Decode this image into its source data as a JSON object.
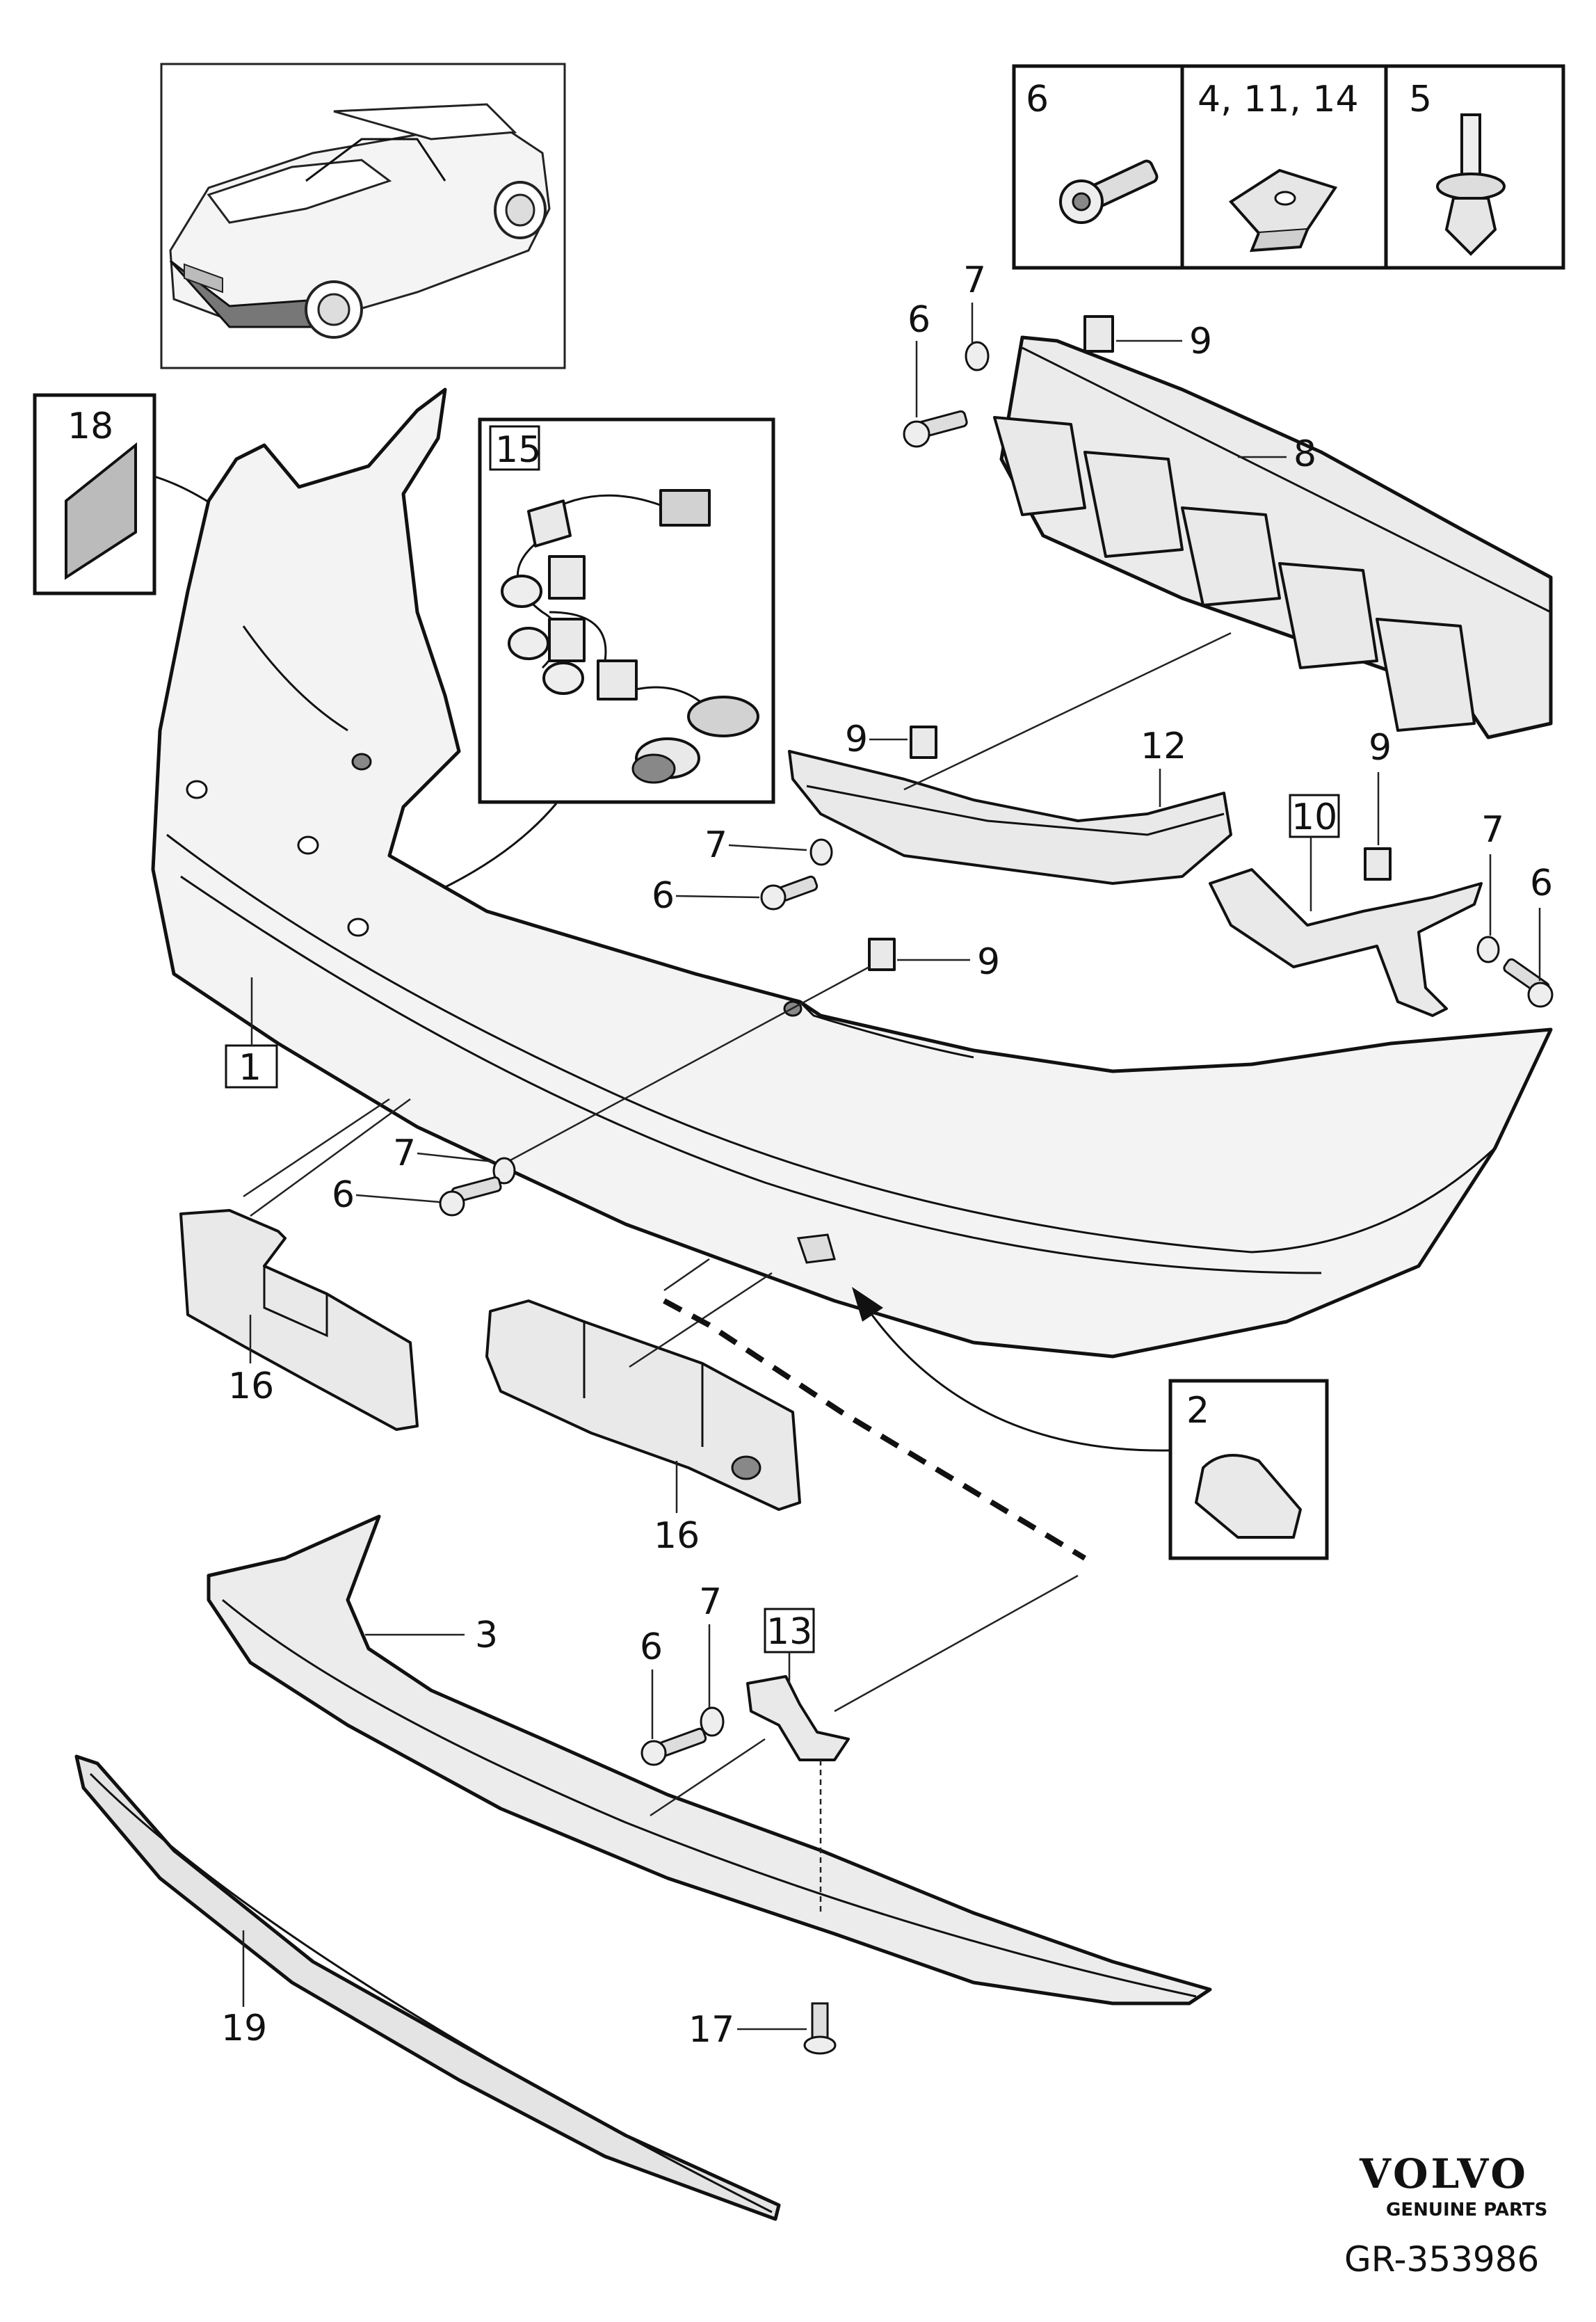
{
  "callouts": {
    "c1": "1",
    "c2": "2",
    "c3": "3",
    "c6a": "6",
    "c6b": "6",
    "c6c": "6",
    "c6d": "6",
    "c6e": "6",
    "c7a": "7",
    "c7b": "7",
    "c7c": "7",
    "c7d": "7",
    "c7e": "7",
    "c8": "8",
    "c9a": "9",
    "c9b": "9",
    "c9c": "9",
    "c9d": "9",
    "c10": "10",
    "c12": "12",
    "c13": "13",
    "c15": "15",
    "c16a": "16",
    "c16b": "16",
    "c17": "17",
    "c18": "18",
    "c19": "19"
  },
  "legend": {
    "cell1": "6",
    "cell2": "4, 11, 14",
    "cell3": "5"
  },
  "brand": {
    "name": "VOLVO",
    "sub": "GENUINE PARTS",
    "code": "GR-353986"
  }
}
